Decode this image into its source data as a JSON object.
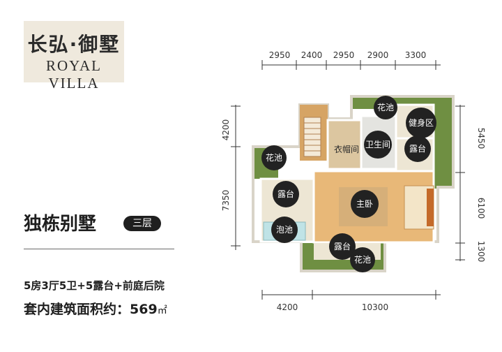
{
  "logo": {
    "cn": "长弘·御墅",
    "en": "ROYAL VILLA"
  },
  "title": "独栋别墅",
  "floor": "三层",
  "rooms_summary": "5房3厅5卫+5露台+前庭后院",
  "area": {
    "label": "套内建筑面积约：",
    "value": "569",
    "unit": "㎡"
  },
  "dimensions": {
    "top": [
      "2950",
      "2400",
      "2950",
      "2900",
      "3300"
    ],
    "bottom": [
      "4200",
      "10300"
    ],
    "left": [
      "4200",
      "7350"
    ],
    "right": [
      "5450",
      "6100",
      "1300"
    ]
  },
  "room_labels": {
    "garden_top": "花池",
    "fitness": "健身区",
    "bathroom": "卫生间",
    "cloakroom": "衣帽间",
    "terrace_right": "露台",
    "garden_left": "花池",
    "terrace_left": "露台",
    "master_bedroom": "主卧",
    "pool": "泡池",
    "terrace_bottom": "露台",
    "garden_bottom": "花池"
  },
  "colors": {
    "wood_floor": "#e8b878",
    "tile_floor": "#ede6d4",
    "grass": "#6f8f42",
    "wall": "#ffffff",
    "label_circle": "#222222"
  }
}
